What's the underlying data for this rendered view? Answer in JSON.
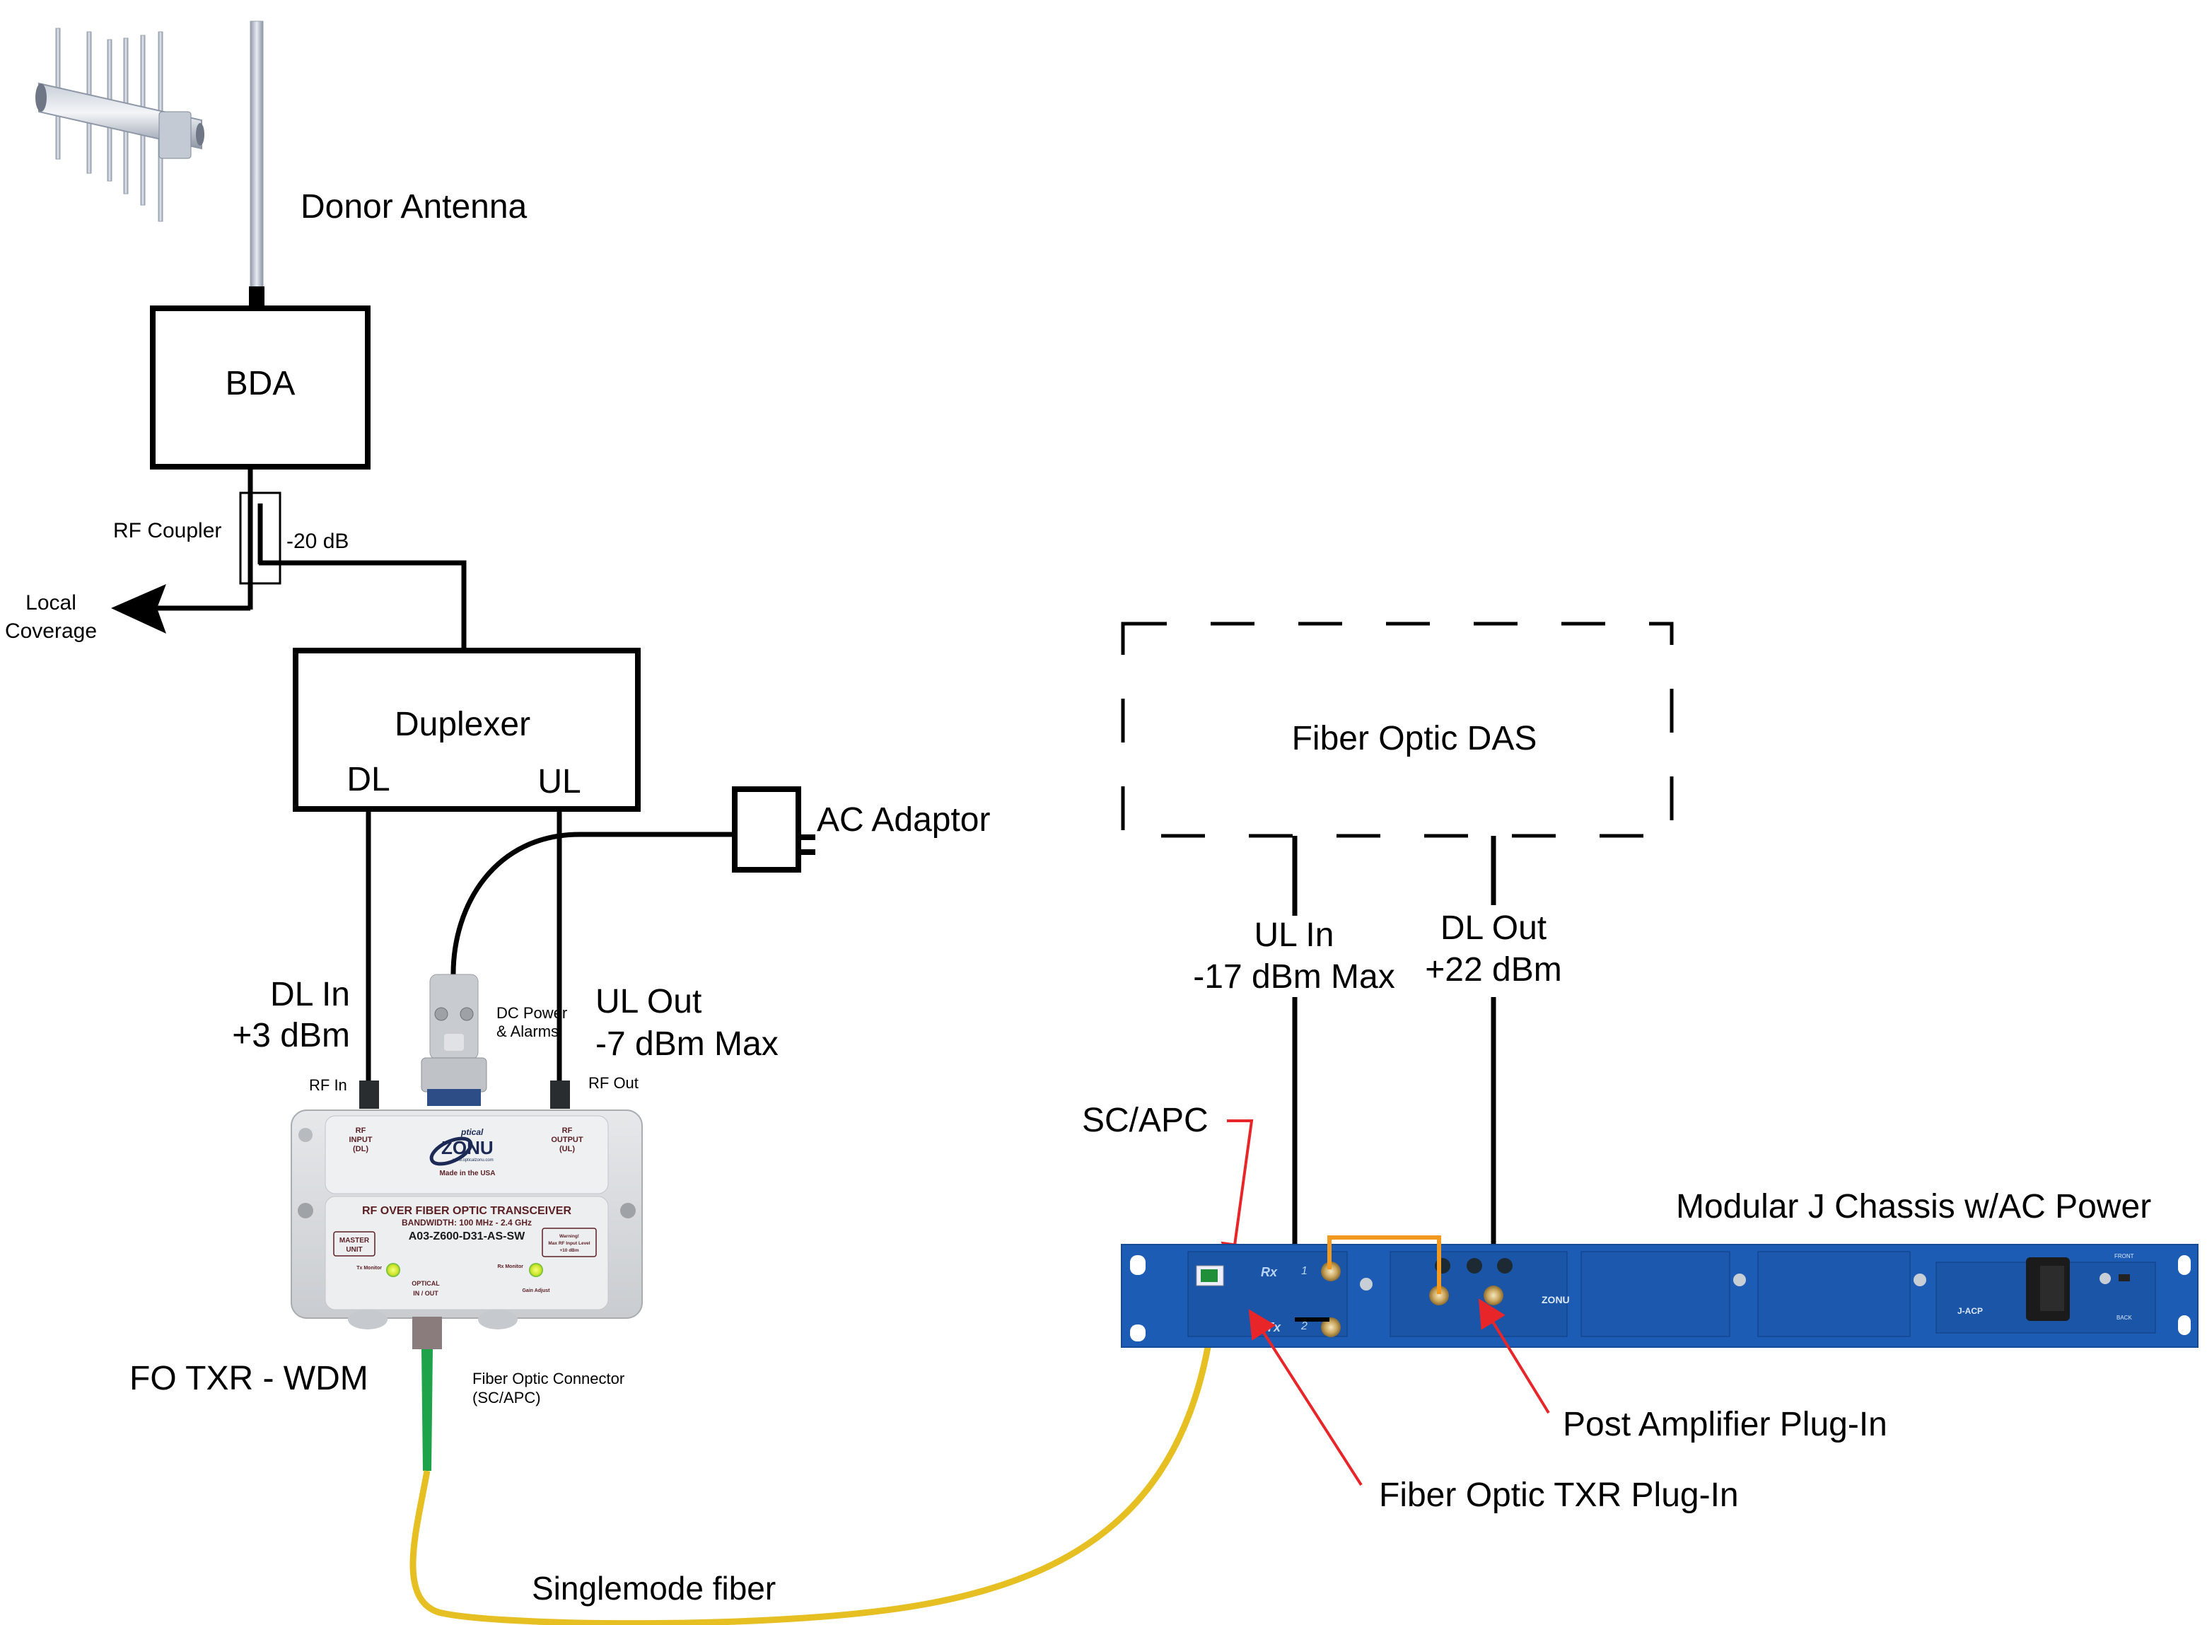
{
  "diagram": {
    "title": "RF over Fiber DAS connection diagram",
    "colors": {
      "line": "#000000",
      "fiber": "#e6bf22",
      "fiber_boot": "#1fa34a",
      "callout": "#e8262a",
      "chassis": "#1d5cb4",
      "jumper": "#f29a1f",
      "device_body": "#d9dcdf",
      "led": "#d7f03a"
    },
    "antenna": {
      "label": "Donor Antenna"
    },
    "bda": {
      "label": "BDA"
    },
    "coupler": {
      "label": "RF Coupler",
      "value": "-20 dB"
    },
    "local_coverage": {
      "line1": "Local",
      "line2": "Coverage"
    },
    "duplexer": {
      "label": "Duplexer",
      "port_dl": "DL",
      "port_ul": "UL"
    },
    "ac_adaptor": {
      "label": "AC Adaptor"
    },
    "dl_in": {
      "line1": "DL In",
      "line2": "+3 dBm"
    },
    "ul_out": {
      "line1": "UL Out",
      "line2": "-7 dBm Max"
    },
    "dc_power": {
      "line1": "DC Power",
      "line2": "& Alarms"
    },
    "rf_in_label": "RF In",
    "rf_out_label": "RF Out",
    "transceiver": {
      "caption": "FO TXR - WDM",
      "rf_input": [
        "RF",
        "INPUT",
        "(DL)"
      ],
      "rf_output": [
        "RF",
        "OUTPUT",
        "(UL)"
      ],
      "brand_top": "ptical",
      "brand_main": "ZONU",
      "website": "www.opticalzonu.com",
      "made_in": "Made in the USA",
      "title": "RF OVER FIBER OPTIC TRANSCEIVER",
      "bandwidth": "BANDWIDTH: 100 MHz - 2.4 GHz",
      "model": "A03-Z600-D31-AS-SW",
      "unit_badge": [
        "MASTER",
        "UNIT"
      ],
      "warning": [
        "Warning!",
        "Max RF Input Level",
        "+10 dBm"
      ],
      "tx_monitor": "Tx Monitor",
      "rx_monitor": "Rx Monitor",
      "optical": [
        "OPTICAL",
        "IN / OUT"
      ],
      "gain_adjust": "Gain Adjust"
    },
    "fiber_connector": {
      "line1": "Fiber Optic Connector",
      "line2": "(SC/APC)"
    },
    "singlemode_fiber": "Singlemode fiber",
    "das": {
      "label": "Fiber Optic DAS"
    },
    "ul_in": {
      "line1": "UL In",
      "line2": "-17 dBm Max"
    },
    "dl_out": {
      "line1": "DL Out",
      "line2": "+22 dBm"
    },
    "sc_apc": "SC/APC",
    "chassis": {
      "label": "Modular J Chassis w/AC Power",
      "rx": "Rx",
      "tx": "Tx",
      "port1": "1",
      "port2": "2",
      "brand": "ZONU",
      "front": "FRONT",
      "back": "BACK",
      "psu_label": "J-ACP"
    },
    "callouts": {
      "post_amp": "Post Amplifier Plug-In",
      "fo_txr": "Fiber Optic TXR Plug-In"
    }
  }
}
